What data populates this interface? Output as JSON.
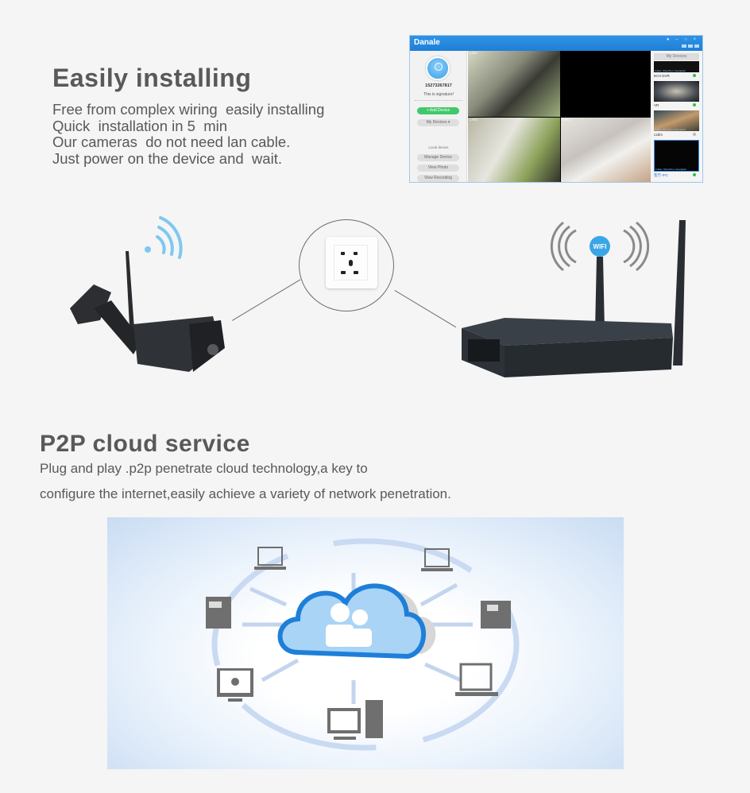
{
  "install_section": {
    "title": "Easily installing",
    "lines": [
      "Free from complex wiring  easily installing",
      "Quick  installation in 5  min",
      "Our cameras  do not need lan cable.",
      "Just power on the device and  wait."
    ]
  },
  "app_window": {
    "title": "Danale",
    "user_id": "15273267817",
    "signature": "This is signature!",
    "buttons": {
      "add_device": "+ Add Device",
      "my_devices": "My Devices  ▾",
      "local_device": "Local device",
      "manage_device": "Manage Device",
      "view_photo": "View Photo",
      "view_recording": "View Recording"
    },
    "devices_header": "My Devices",
    "devices": [
      {
        "name": "8CH DVR",
        "location": "Futian, Shenzhen, Guangdon",
        "status": "online"
      },
      {
        "name": "VR",
        "location": "Futian, Shenzhen, Guangdon",
        "status": "online"
      },
      {
        "name": "c2dm",
        "location": "Futian, Shenzhen, Guangdon",
        "status": "offline"
      },
      {
        "name": "客厅-IPC",
        "location": "Futian, Shenzhen, Guangdon",
        "status": "online"
      }
    ]
  },
  "diagram": {
    "camera_label": "wireless-camera",
    "outlet_label": "power-outlet",
    "router_badge": "WIFI",
    "colors": {
      "wifi_blue": "#3aa6e6",
      "signal_light_blue": "#7fc8ef",
      "device_dark": "#2f3338"
    }
  },
  "p2p_section": {
    "title": "P2P  cloud service",
    "lines": [
      "Plug and play .p2p penetrate cloud technology,a key to",
      "configure the internet,easily achieve a variety of network penetration."
    ]
  },
  "cloud_diagram": {
    "center": "cloud-users",
    "nodes": [
      "laptop",
      "laptop",
      "nvr-box",
      "dvr-box",
      "apple-monitor",
      "laptop",
      "windows-pc"
    ],
    "colors": {
      "cloud_blue": "#1e7fd9",
      "cloud_fill": "#a9d4f6",
      "device_gray": "#6f6f6f",
      "arrow": "#c3d5ee"
    }
  }
}
